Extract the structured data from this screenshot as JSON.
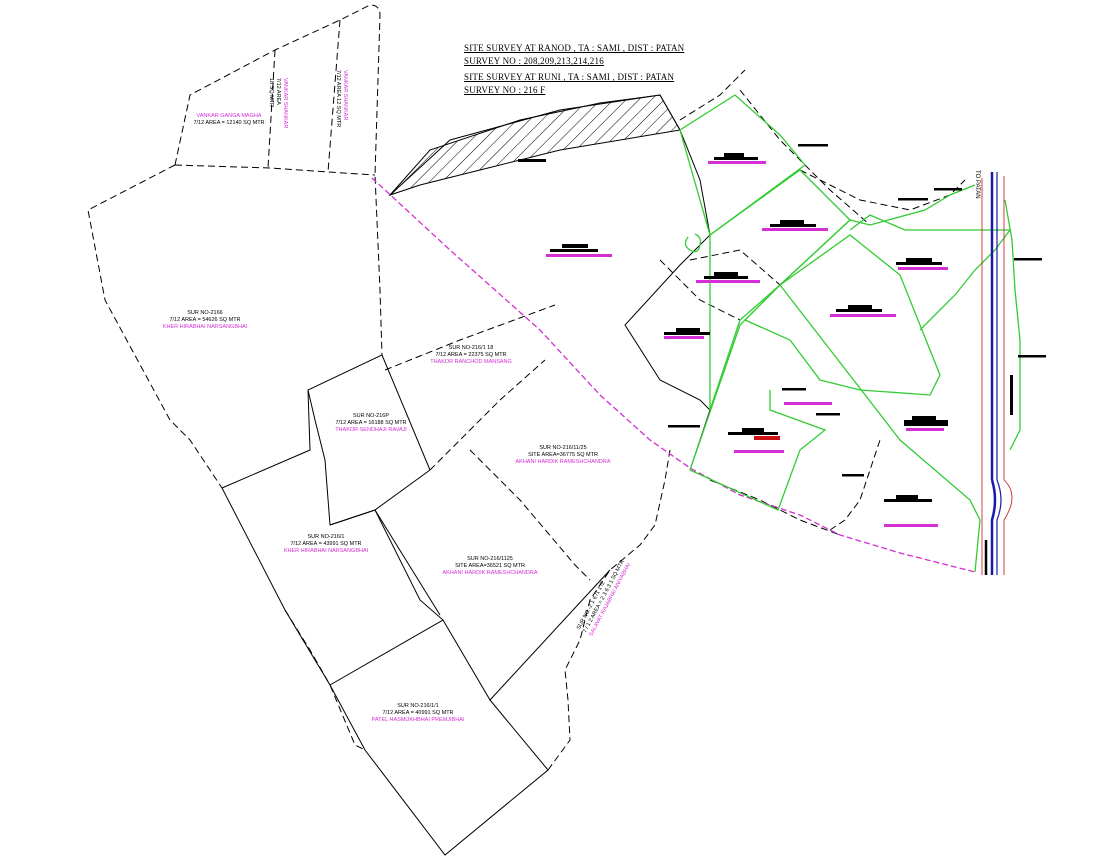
{
  "header": {
    "line1": "SITE SURVEY AT RANOD , TA : SAMI , DIST : PATAN",
    "line2": "SURVEY NO : 208,209,213,214,216",
    "line3": "SITE SURVEY AT RUNI , TA : SAMI , DIST : PATAN",
    "line4": "SURVEY NO : 216 F"
  },
  "road_label": "TO PATAN",
  "plots": [
    {
      "id": "2166",
      "survey": "SUR NO-2166",
      "area": "7/12 AREA = 54626 SQ MTR",
      "owner": "KHER HIRABHAI NARSANGBHAI"
    },
    {
      "id": "216118",
      "survey": "SUR NO-216/1 18",
      "area": "7/12 AREA = 22375 SQ MTR",
      "owner": "THAKOR RANCHOD MANSANG"
    },
    {
      "id": "216p",
      "survey": "SUR NO-216P",
      "area": "7/12 AREA = 16188 SQ MTR",
      "owner": "THAKOR SENDHAJI RAVAJI"
    },
    {
      "id": "21611125",
      "survey": "SUR NO-216/11/25",
      "area": "SITE AREA=36775 SQ MTR",
      "owner": "AKHANI HARDIK RAMESHCHANDRA"
    },
    {
      "id": "21611",
      "survey": "SUR NO-216/1",
      "area": "7/12 AREA = 43991 SQ MTR",
      "owner": "KHER HIRABHAI NARSANGBHAI"
    },
    {
      "id": "2161125",
      "survey": "SUR NO-216/1125",
      "area": "SITE AREA=36521 SQ MTR",
      "owner": "AKHANI HARDIK RAMESHCHANDRA"
    },
    {
      "id": "21611x",
      "survey": "SUR NO-216/1/1",
      "area": "7/12 AREA = 40991 SQ MTR",
      "owner": "PATEL HASMUKHBHAI PREMJIBHAI"
    },
    {
      "id": "vankar",
      "survey": "",
      "area": "7/12 AREA = 12140 SQ MTR",
      "owner": "VANKAR GANGA MAGHA"
    }
  ],
  "rotated_labels": {
    "r1_survey": "SUR NO.-2 1 6 /1 1 /2",
    "r1_area": "7 / 1 2 AREA = 2 3 6 3 1 SQ MTR",
    "r1_owner": "SALAVAT RAJABHAI ANIYABHAI",
    "v1_owner": "VANKAR SHANKAR",
    "v1_area": "7/12 AREA",
    "v1_num": "18 SQ MTR",
    "v2_owner": "VANKAR SHANKAR",
    "v2_area": "7/12 AREA 12 SQ MTR"
  },
  "colors": {
    "boundary": "#000000",
    "site": "#33cc33",
    "owner_text": "#d42fd4",
    "road": "#1a1aa8",
    "road_edge": "#cc1111"
  }
}
